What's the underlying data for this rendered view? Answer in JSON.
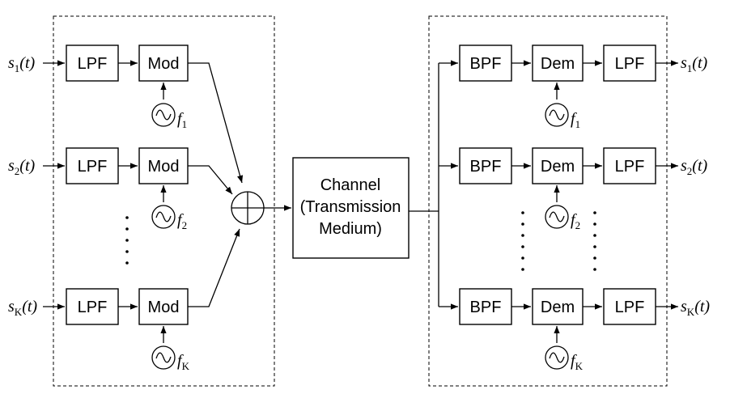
{
  "blocks": {
    "lpf": "LPF",
    "mod": "Mod",
    "bpf": "BPF",
    "dem": "Dem",
    "channel_lines": [
      "Channel",
      "(Transmission",
      "Medium)"
    ]
  },
  "signals": [
    {
      "base": "s",
      "sub": "1",
      "arg": "(t)"
    },
    {
      "base": "s",
      "sub": "2",
      "arg": "(t)"
    },
    {
      "base": "s",
      "sub": "K",
      "arg": "(t)"
    }
  ],
  "frequencies": [
    {
      "base": "f",
      "sub": "1"
    },
    {
      "base": "f",
      "sub": "2"
    },
    {
      "base": "f",
      "sub": "K"
    }
  ],
  "icons": {
    "oscillator": "oscillator-icon",
    "summer": "summing-junction-icon",
    "ellipsis": "vertical-ellipsis-icon"
  }
}
